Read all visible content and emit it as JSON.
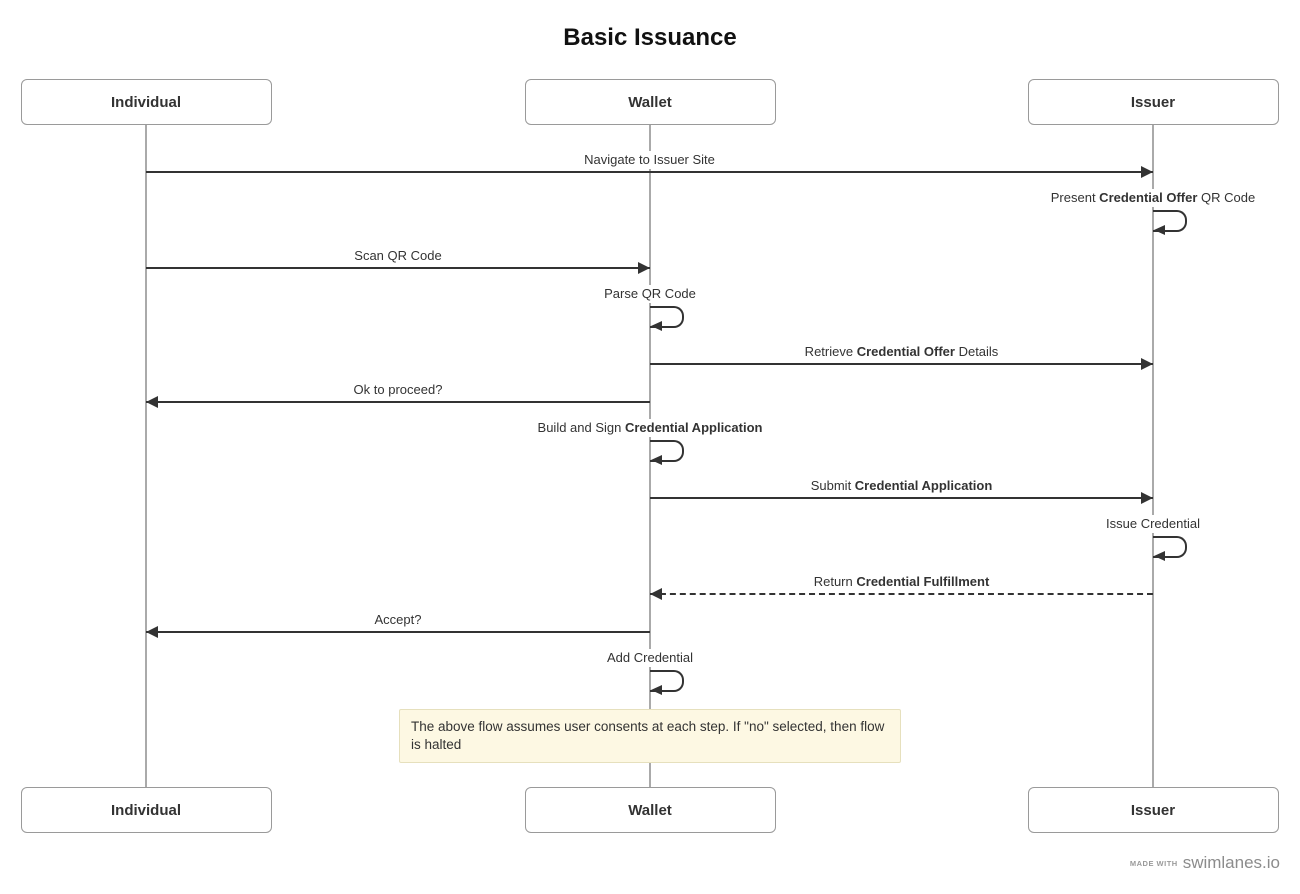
{
  "title": "Basic Issuance",
  "actors": [
    {
      "id": "individual",
      "label": "Individual"
    },
    {
      "id": "wallet",
      "label": "Wallet"
    },
    {
      "id": "issuer",
      "label": "Issuer"
    }
  ],
  "messages": [
    {
      "type": "arrow",
      "style": "solid",
      "from": "individual",
      "to": "issuer",
      "parts": [
        {
          "t": "Navigate to Issuer Site"
        }
      ]
    },
    {
      "type": "self",
      "at": "issuer",
      "parts": [
        {
          "t": "Present "
        },
        {
          "t": "Credential Offer",
          "b": true
        },
        {
          "t": " QR Code"
        }
      ]
    },
    {
      "type": "arrow",
      "style": "solid",
      "from": "individual",
      "to": "wallet",
      "parts": [
        {
          "t": "Scan QR Code"
        }
      ]
    },
    {
      "type": "self",
      "at": "wallet",
      "parts": [
        {
          "t": "Parse QR Code"
        }
      ]
    },
    {
      "type": "arrow",
      "style": "solid",
      "from": "wallet",
      "to": "issuer",
      "parts": [
        {
          "t": "Retrieve "
        },
        {
          "t": "Credential Offer",
          "b": true
        },
        {
          "t": " Details"
        }
      ]
    },
    {
      "type": "arrow",
      "style": "solid",
      "from": "wallet",
      "to": "individual",
      "parts": [
        {
          "t": "Ok to proceed?"
        }
      ]
    },
    {
      "type": "self",
      "at": "wallet",
      "parts": [
        {
          "t": "Build and Sign "
        },
        {
          "t": "Credential Application",
          "b": true
        }
      ]
    },
    {
      "type": "arrow",
      "style": "solid",
      "from": "wallet",
      "to": "issuer",
      "parts": [
        {
          "t": "Submit "
        },
        {
          "t": "Credential Application",
          "b": true
        }
      ]
    },
    {
      "type": "self",
      "at": "issuer",
      "parts": [
        {
          "t": "Issue Credential"
        }
      ]
    },
    {
      "type": "arrow",
      "style": "dashed",
      "from": "issuer",
      "to": "wallet",
      "parts": [
        {
          "t": "Return "
        },
        {
          "t": "Credential Fulfillment",
          "b": true
        }
      ]
    },
    {
      "type": "arrow",
      "style": "solid",
      "from": "wallet",
      "to": "individual",
      "parts": [
        {
          "t": "Accept?"
        }
      ]
    },
    {
      "type": "self",
      "at": "wallet",
      "parts": [
        {
          "t": "Add Credential"
        }
      ]
    }
  ],
  "note": {
    "text": "The above flow assumes user consents at each step. If \"no\" selected, then flow is halted"
  },
  "footer": {
    "made_with": "MADE WITH",
    "brand": "swimlanes.io"
  },
  "colors": {
    "arrow": "#333333",
    "lifeline": "#aaaaaa",
    "actor_border": "#9a9a9a",
    "note_bg": "#fdf8e3",
    "note_border": "#e6e0bd",
    "text": "#333333",
    "footer_text": "#8c8c8c"
  }
}
